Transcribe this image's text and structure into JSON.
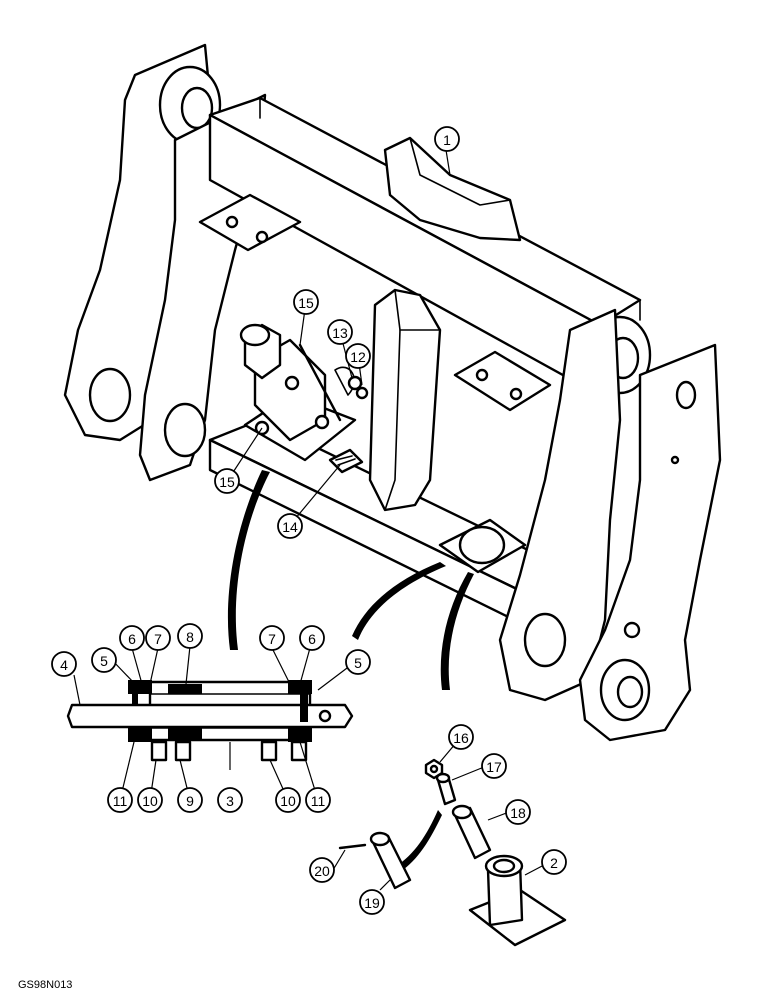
{
  "figure_code": "GS98N013",
  "callouts": {
    "c1": "1",
    "c2": "2",
    "c3": "3",
    "c4": "4",
    "c5a": "5",
    "c5b": "5",
    "c6a": "6",
    "c6b": "6",
    "c7a": "7",
    "c7b": "7",
    "c8": "8",
    "c9": "9",
    "c10a": "10",
    "c10b": "10",
    "c11a": "11",
    "c11b": "11",
    "c12": "12",
    "c13": "13",
    "c14": "14",
    "c15a": "15",
    "c15b": "15",
    "c16": "16",
    "c17": "17",
    "c18": "18",
    "c19": "19",
    "c20": "20"
  }
}
